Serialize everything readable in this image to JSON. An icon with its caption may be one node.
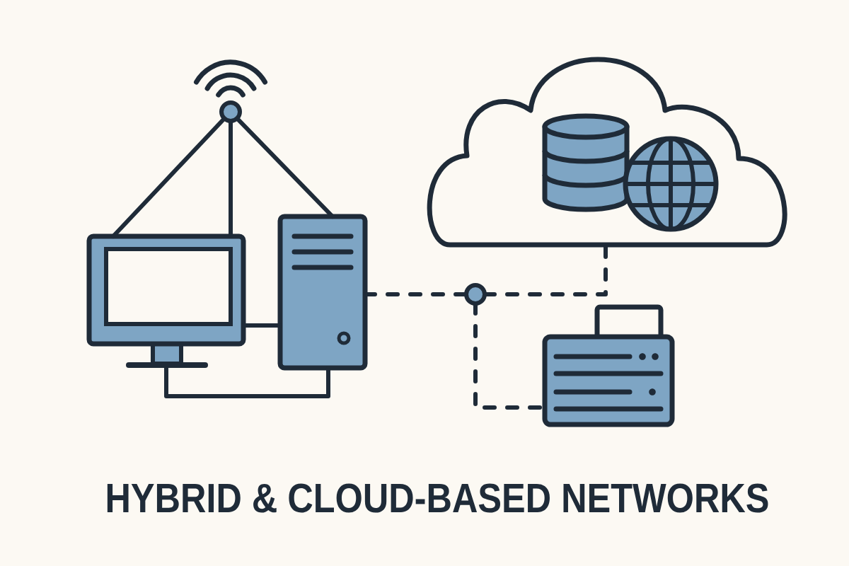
{
  "diagram": {
    "title": "HYBRID & CLOUD-BASED NETWORKS",
    "nodes": [
      {
        "text": [],
        "shape": "picture"
      },
      {
        "text": [],
        "shape": "cloud"
      },
      {
        "text": [],
        "shape": "cylinder",
        "in": 1
      },
      {
        "text": [],
        "shape": "picture",
        "in": 1
      },
      {
        "text": [],
        "shape": "picture"
      },
      {
        "text": [],
        "shape": "picture"
      },
      {
        "text": [],
        "shape": "circle"
      },
      {
        "text": [],
        "shape": "picture"
      }
    ],
    "edges": [
      {
        "from": 0,
        "to": 4,
        "arrow": "none"
      },
      {
        "from": 0,
        "to": 4,
        "arrow": "none"
      },
      {
        "from": 0,
        "to": 5,
        "arrow": "none"
      },
      {
        "from": 4,
        "to": 5,
        "arrow": "none"
      },
      {
        "from": 4,
        "to": 5,
        "arrow": "none"
      },
      {
        "from": 5,
        "to": 6,
        "arrow": "none",
        "style": "dashed"
      },
      {
        "from": 6,
        "to": 1,
        "arrow": "none",
        "style": "dashed"
      },
      {
        "from": 6,
        "to": 7,
        "arrow": "none",
        "style": "dashed"
      }
    ]
  }
}
